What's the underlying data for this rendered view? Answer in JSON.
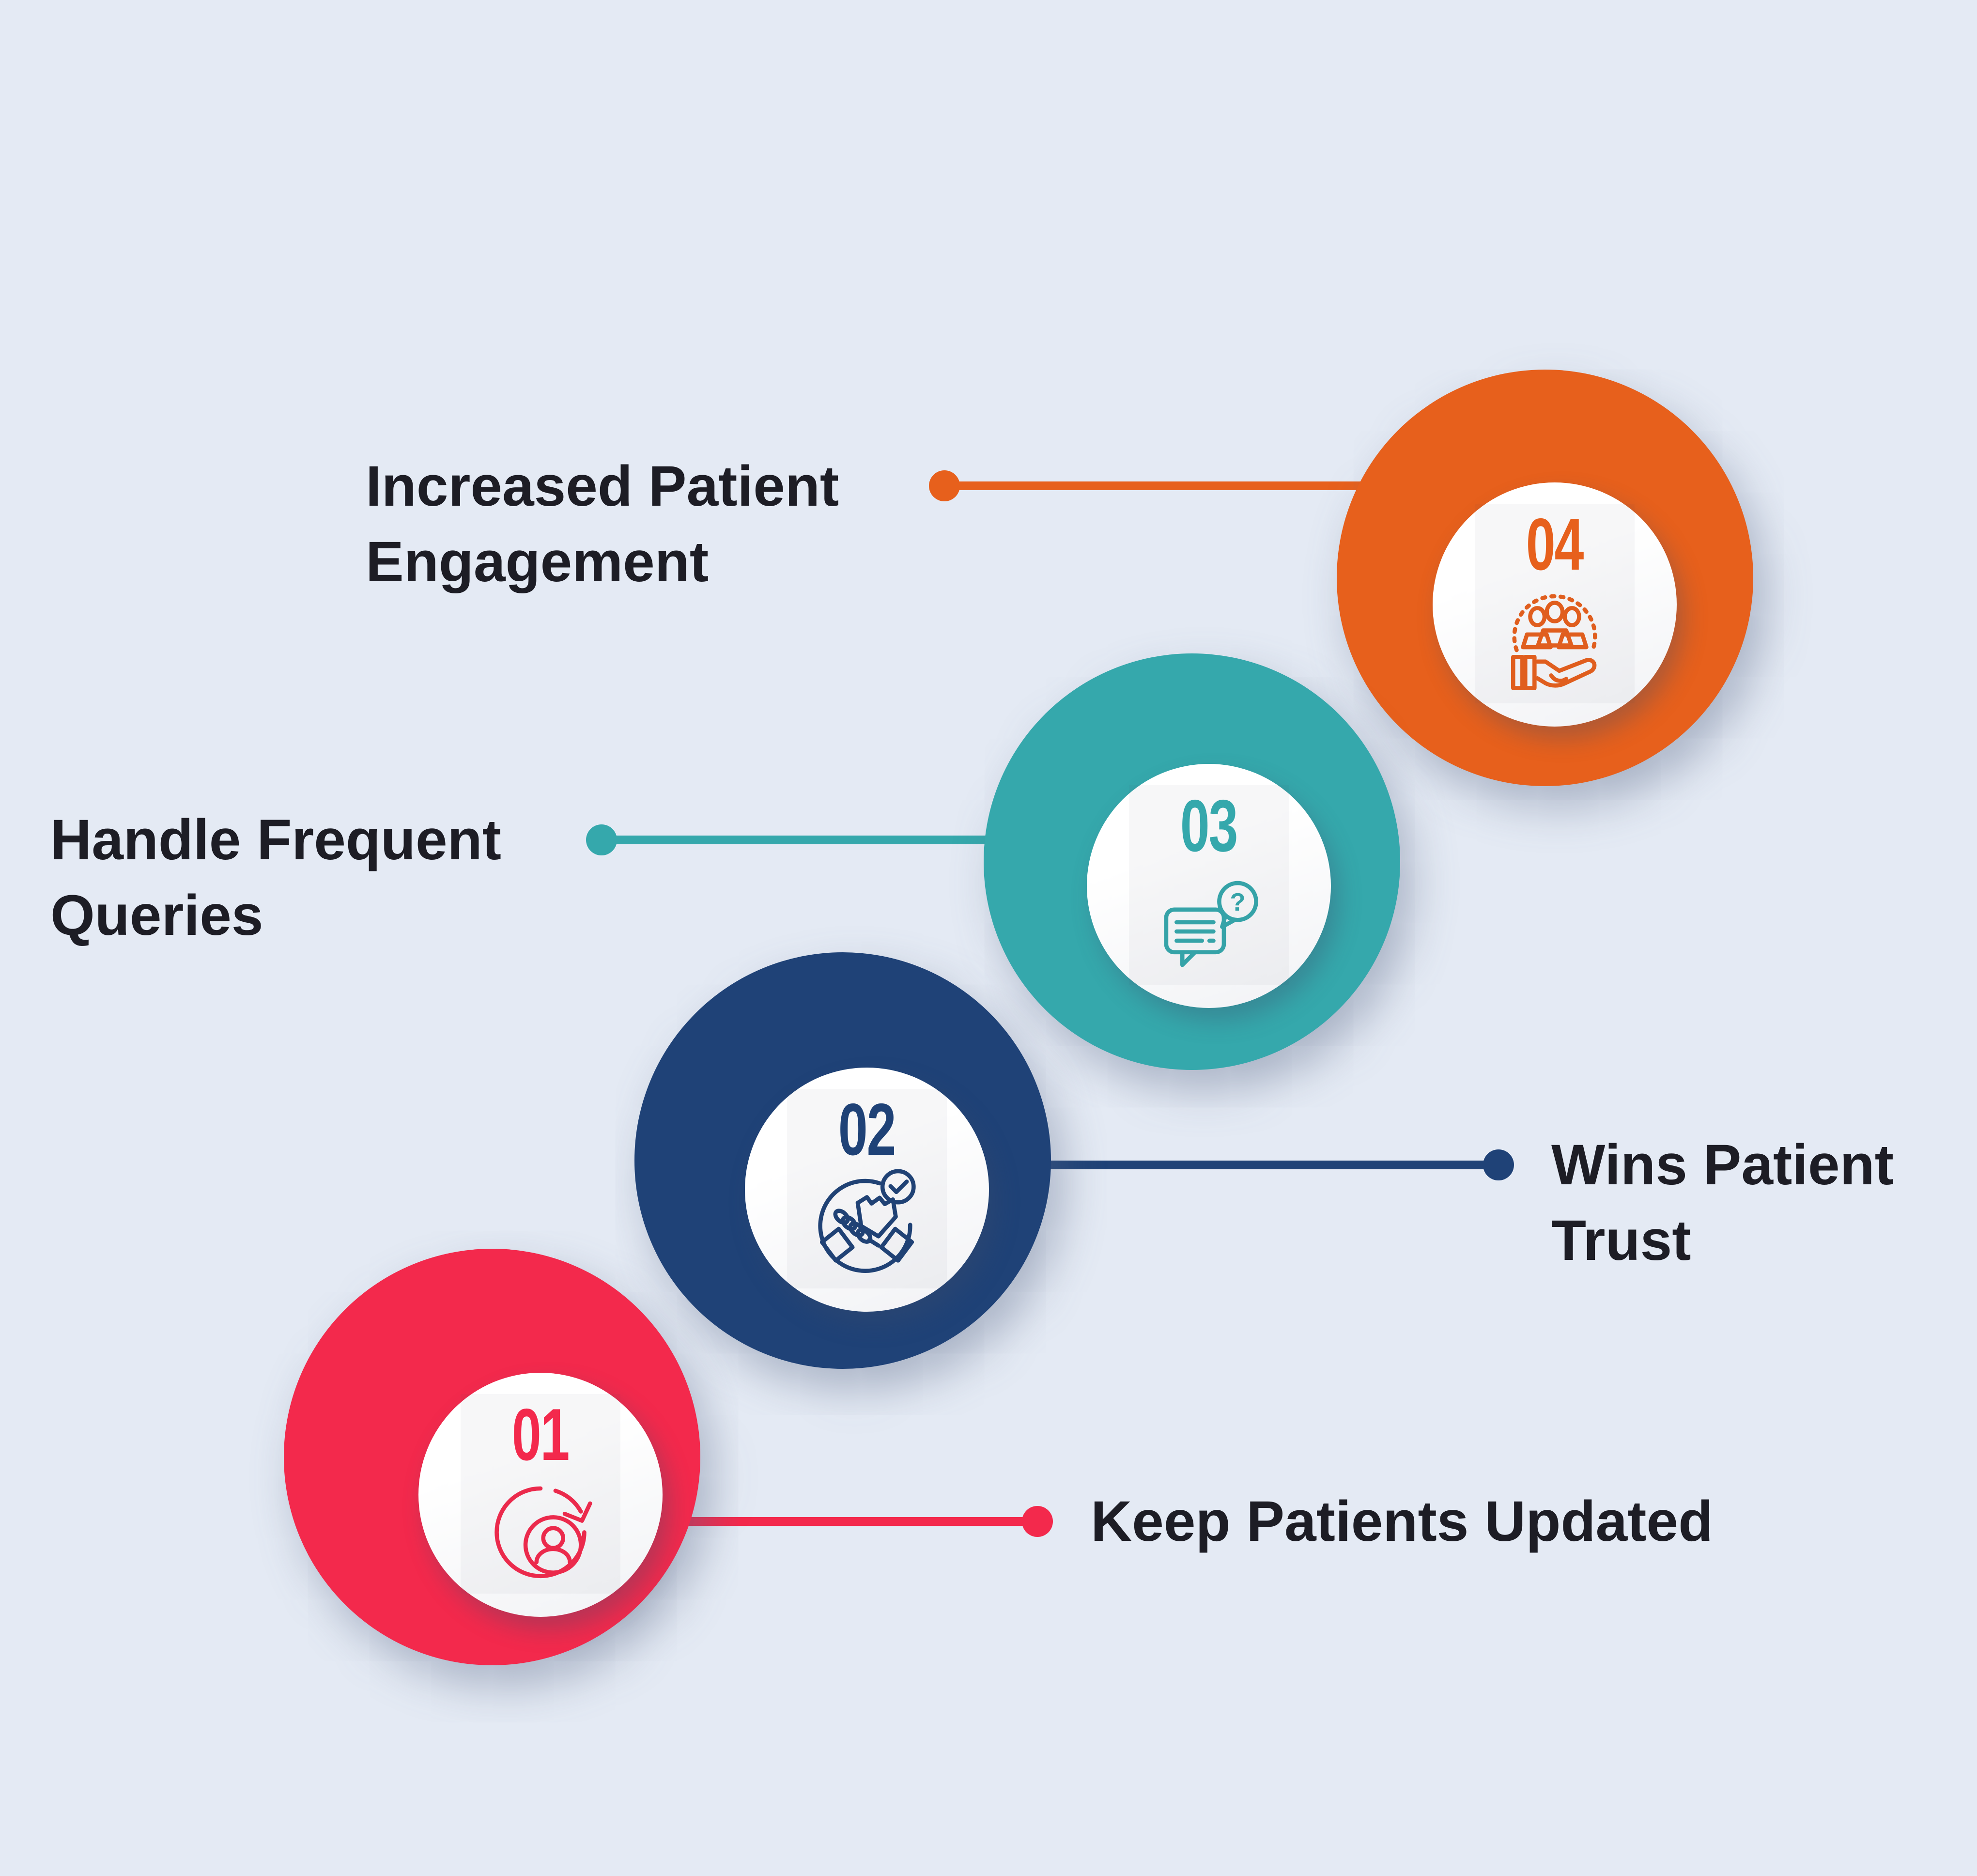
{
  "background_color": "#e4eaf4",
  "text_color": "#1d1d25",
  "inner_circle_color": "#fdfdfe",
  "steps": [
    {
      "number": "01",
      "label": "Keep Patients Updated",
      "color": "#f3294c",
      "icon": "user-refresh-icon",
      "label_side": "right"
    },
    {
      "number": "02",
      "label": "Wins Patient Trust",
      "color": "#1f4277",
      "icon": "handshake-shield-icon",
      "label_side": "right"
    },
    {
      "number": "03",
      "label": "Handle Frequent Queries",
      "color": "#35a8ac",
      "icon": "chat-question-icon",
      "label_side": "left"
    },
    {
      "number": "04",
      "label": "Increased Patient Engagement",
      "color": "#e7601c",
      "icon": "people-on-hand-icon",
      "label_side": "left"
    }
  ],
  "question_mark": "?"
}
